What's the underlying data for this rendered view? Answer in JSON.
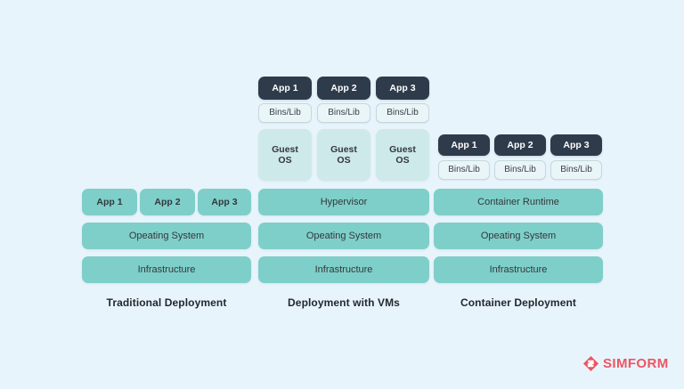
{
  "diagram": {
    "background_color": "#e8f4fb",
    "teal_color": "#7ecfc9",
    "dark_color": "#2e3b4b",
    "bins_color": "#eaf5f7",
    "guest_color": "#cee9e9",
    "columns": [
      {
        "id": "traditional",
        "caption": "Traditional Deployment",
        "apps": [
          "App 1",
          "App 2",
          "App 3"
        ],
        "platform": "",
        "os": "Opeating System",
        "infrastructure": "Infrastructure"
      },
      {
        "id": "vms",
        "caption": "Deployment with VMs",
        "apps": [
          "App 1",
          "App 2",
          "App 3"
        ],
        "bins": [
          "Bins/Lib",
          "Bins/Lib",
          "Bins/Lib"
        ],
        "guest_os_line1": "Guest",
        "guest_os_line2": "OS",
        "guest_os": [
          "Guest OS",
          "Guest OS",
          "Guest OS"
        ],
        "platform": "Hypervisor",
        "os": "Opeating System",
        "infrastructure": "Infrastructure"
      },
      {
        "id": "container",
        "caption": "Container Deployment",
        "apps": [
          "App 1",
          "App 2",
          "App 3"
        ],
        "bins": [
          "Bins/Lib",
          "Bins/Lib",
          "Bins/Lib"
        ],
        "platform": "Container Runtime",
        "os": "Opeating System",
        "infrastructure": "Infrastructure"
      }
    ]
  },
  "branding": {
    "logo_text": "SIMFORM",
    "logo_color": "#ec5565",
    "logo_icon": "simform-diamond-s-icon"
  }
}
